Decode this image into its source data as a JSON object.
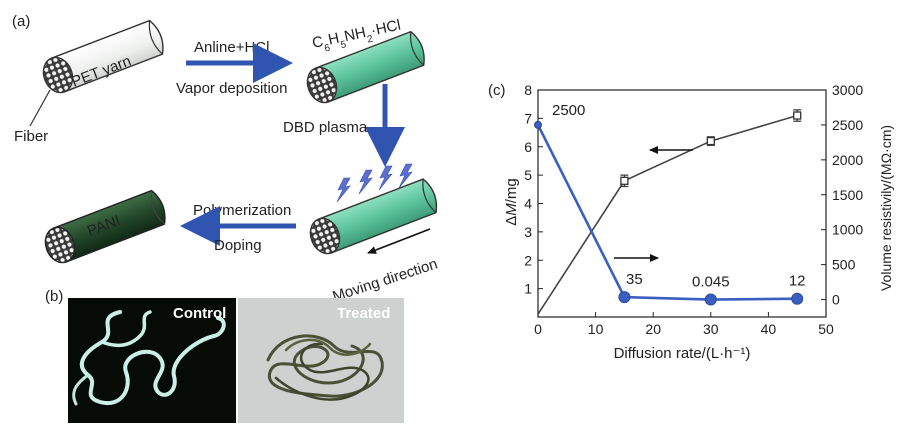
{
  "panels": {
    "a_label": "(a)",
    "b_label": "(b)",
    "c_label": "(c)"
  },
  "diagram": {
    "pet_yarn": "PET yarn",
    "fiber": "Fiber",
    "step1_top": "Anline+HCl",
    "step1_bottom": "Vapor deposition",
    "coated_formula": {
      "p1": "C",
      "s1": "6",
      "p2": "H",
      "s2": "5",
      "p3": "NH",
      "s3": "2",
      "p4": "·HCl"
    },
    "step2": "DBD plasma",
    "moving_direction": "Moving direction",
    "step3_top": "Polymerization",
    "step3_bottom": "Doping",
    "pani": "PANI",
    "colors": {
      "pet": "#f2f4f2",
      "coated": "#63c8a3",
      "treated": "#6cc9a6",
      "pani": "#254a2c",
      "arrow": "#2f55b0",
      "spark": "#5b6fd0"
    }
  },
  "photos": {
    "control_label": "Control",
    "treated_label": "Treated"
  },
  "chart_data": {
    "type": "line",
    "xlabel": "Diffusion rate/(L·h⁻¹)",
    "ylabel_left_prefix": "Δ",
    "ylabel_left_var": "M",
    "ylabel_left_unit": "/mg",
    "ylabel_right": "Volume resistivily/(MΩ·cm)",
    "xlim": [
      0,
      50
    ],
    "ylim_left": [
      0,
      8
    ],
    "ylim_right": [
      -250,
      3000
    ],
    "x_ticks": [
      "0",
      "10",
      "20",
      "30",
      "40",
      "50"
    ],
    "y_left_ticks": [
      "1",
      "2",
      "3",
      "4",
      "5",
      "6",
      "7",
      "8"
    ],
    "y_right_ticks": [
      "0",
      "500",
      "1000",
      "1500",
      "2000",
      "2500",
      "3000"
    ],
    "series": [
      {
        "axis": "left",
        "color": "#444444",
        "x": [
          0,
          15,
          30,
          45
        ],
        "y": [
          0.1,
          4.8,
          6.2,
          7.1
        ],
        "err": [
          0,
          0.2,
          0.15,
          0.2
        ]
      },
      {
        "axis": "right",
        "color": "#3a5fc0",
        "x": [
          0,
          15,
          30,
          45
        ],
        "y": [
          2500,
          35,
          0.045,
          12
        ],
        "labels": [
          "2500",
          "35",
          "0.045",
          "12"
        ]
      }
    ]
  }
}
